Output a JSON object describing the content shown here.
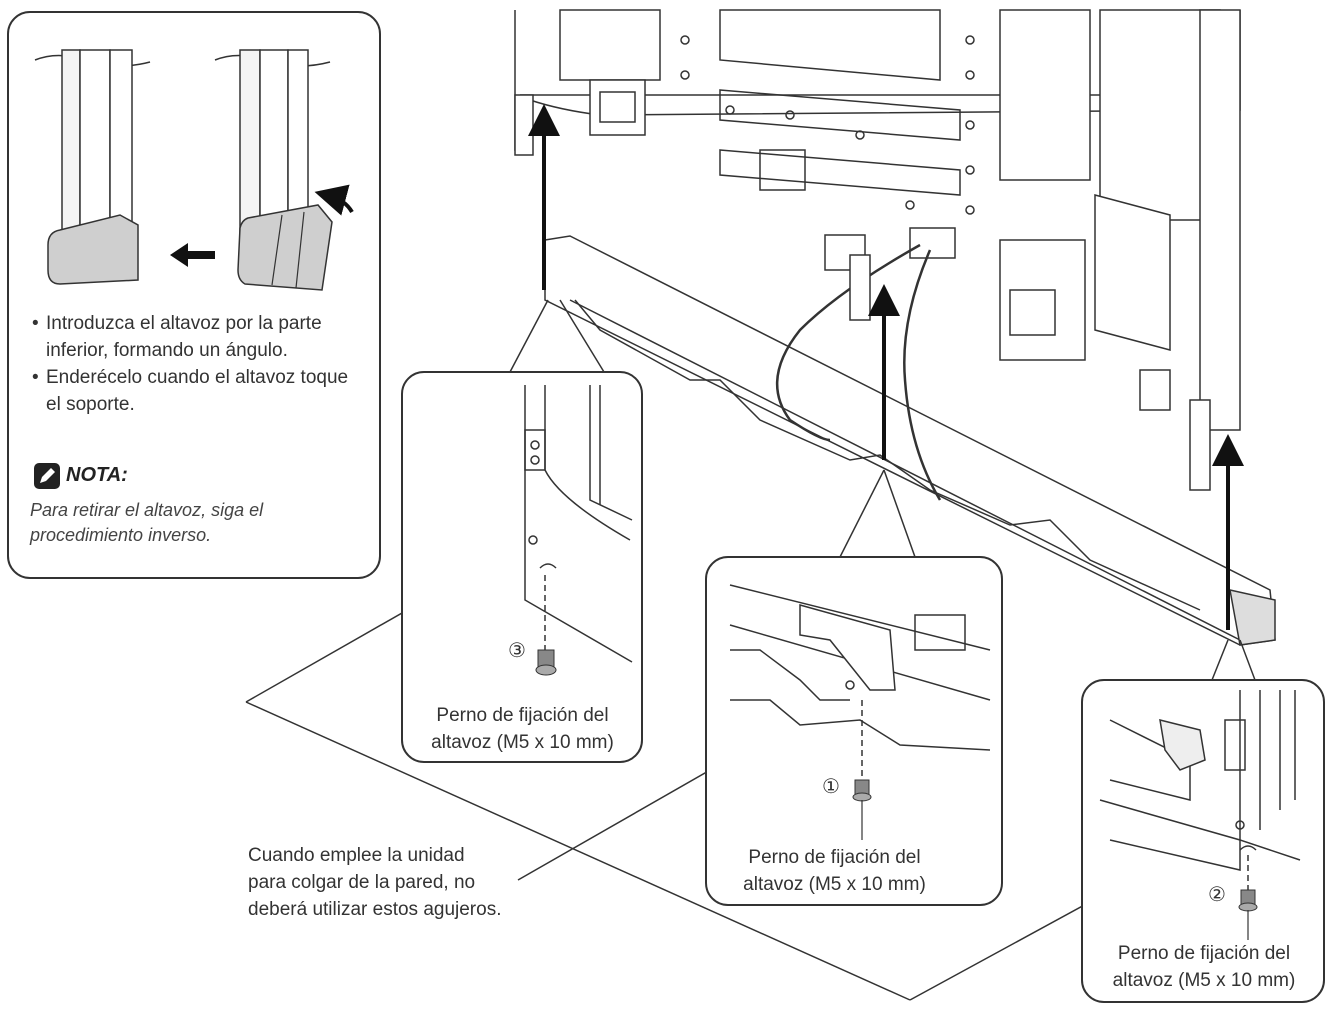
{
  "instructions": [
    "Introduzca el altavoz por la parte inferior, formando un ángulo.",
    "Enderécelo cuando el altavoz toque el soporte."
  ],
  "note": {
    "title": "NOTA:",
    "text": "Para retirar el altavoz, siga el procedimiento inverso."
  },
  "callouts": {
    "left": {
      "number": "③",
      "label_line1": "Perno de fijación del",
      "label_line2": "altavoz (M5 x 10 mm)"
    },
    "center": {
      "number": "①",
      "label_line1": "Perno de fijación del",
      "label_line2": "altavoz (M5 x 10 mm)"
    },
    "right": {
      "number": "②",
      "label_line1": "Perno de fijación del",
      "label_line2": "altavoz (M5 x 10 mm)"
    }
  },
  "warning": {
    "line1": "Cuando emplee la unidad",
    "line2": "para colgar de la pared, no",
    "line3": "deberá utilizar estos agujeros."
  },
  "icons": [
    "pencil-note-icon",
    "arrow-left-icon",
    "arrow-up-icon",
    "screw-icon"
  ]
}
